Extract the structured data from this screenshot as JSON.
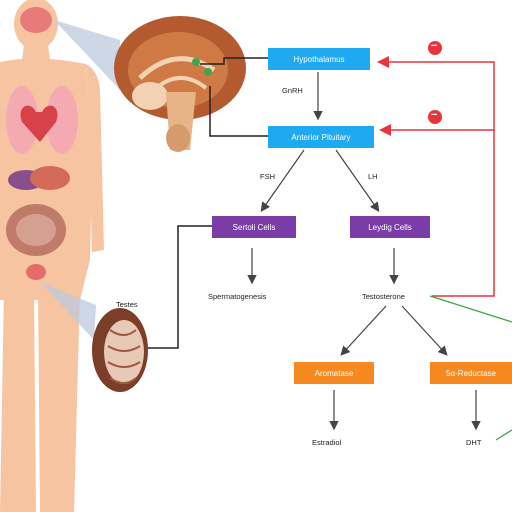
{
  "colors": {
    "hormone_box": "#1ea9f0",
    "cell_box": "#7a3da8",
    "enzyme_box": "#f5891f",
    "negative_feedback": "#e8343a",
    "green_path": "#3aa84a",
    "skin": "#f6c4a1"
  },
  "nodes": {
    "hypothalamus": "Hypothalamus",
    "anterior_pituitary": "Anterior Pituitary",
    "sertoli_cells": "Sertoli Cells",
    "leydig_cells": "Leydig Cells",
    "aromatase": "Aromatase",
    "five_alpha_reductase": "5α-Reductase"
  },
  "labels": {
    "gnrh": "GnRH",
    "fsh": "FSH",
    "lh": "LH",
    "spermatogenesis": "Spermatogenesis",
    "testosterone": "Testosterone",
    "estradiol": "Estradiol",
    "dht": "DHT",
    "testes": "Testes"
  },
  "feedback_symbols": [
    "−",
    "−"
  ],
  "icons": [
    "human-body-icon",
    "brain-icon",
    "testis-icon"
  ]
}
